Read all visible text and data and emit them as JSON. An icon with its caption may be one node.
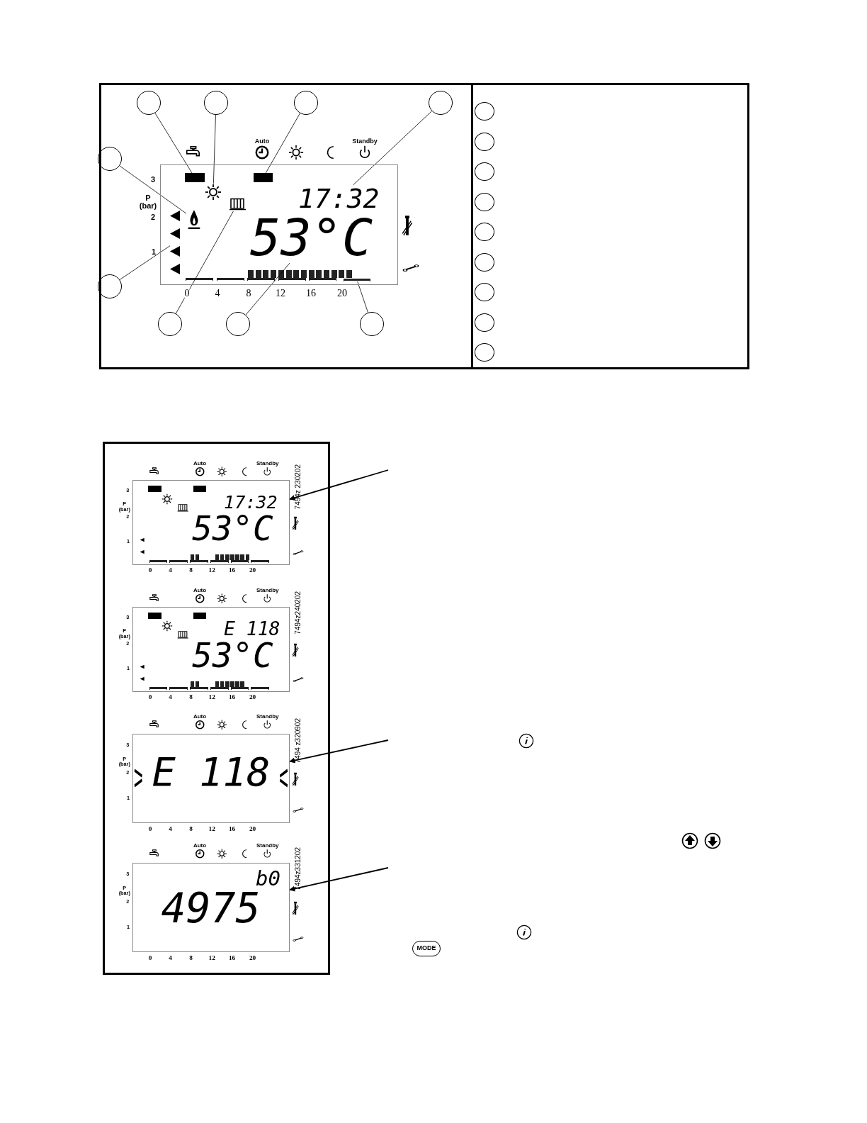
{
  "diagram": {
    "nodes": [
      {
        "text": [],
        "shape": "circle"
      },
      {
        "text": [],
        "shape": "circle"
      },
      {
        "text": [],
        "shape": "circle"
      },
      {
        "text": [],
        "shape": "circle"
      },
      {
        "text": [],
        "shape": "circle"
      },
      {
        "text": [],
        "shape": "circle"
      },
      {
        "text": [],
        "shape": "circle"
      },
      {
        "text": [],
        "shape": "circle"
      },
      {
        "text": [],
        "shape": "circle"
      },
      {
        "text": [],
        "shape": "box"
      },
      {
        "text": [],
        "shape": "bar",
        "in": 9
      },
      {
        "text": [],
        "shape": "sun",
        "in": 9
      },
      {
        "text": [],
        "shape": "bar",
        "in": 9
      },
      {
        "text": [
          "17:32"
        ],
        "in": 9
      },
      {
        "text": [],
        "shape": "flame",
        "in": 9
      },
      {
        "text": [],
        "shape": "triangle",
        "in": 9
      },
      {
        "text": [],
        "shape": "radiator",
        "in": 9
      },
      {
        "text": [
          "53°C"
        ],
        "in": 9
      },
      {
        "text": [],
        "shape": "bar",
        "in": 9
      },
      {
        "text": [],
        "shape": "circle"
      },
      {
        "text": [],
        "shape": "circle"
      },
      {
        "text": [],
        "shape": "circle"
      },
      {
        "text": [],
        "shape": "circle"
      },
      {
        "text": [],
        "shape": "circle"
      },
      {
        "text": [],
        "shape": "circle"
      },
      {
        "text": [],
        "shape": "circle"
      },
      {
        "text": [],
        "shape": "circle"
      },
      {
        "text": [],
        "shape": "circle"
      },
      {
        "text": [
          "17:32",
          "53°C"
        ],
        "beside": [
          "7494z 230202"
        ]
      },
      {
        "text": [
          "E 118",
          "53°C"
        ],
        "beside": [
          "7494z240202"
        ]
      },
      {
        "text": [
          "E 118"
        ],
        "beside": [
          "7494 z320902"
        ]
      },
      {
        "text": [
          "b0",
          "4975"
        ],
        "beside": [
          "7494z331202"
        ]
      }
    ],
    "edges": [
      {
        "from": 0,
        "to": 10,
        "arrow": "none"
      },
      {
        "from": 1,
        "to": 11,
        "arrow": "none"
      },
      {
        "from": 2,
        "to": 12,
        "arrow": "none"
      },
      {
        "from": 3,
        "to": 13,
        "arrow": "none"
      },
      {
        "from": 4,
        "to": 14,
        "arrow": "none"
      },
      {
        "from": 5,
        "to": 15,
        "arrow": "none"
      },
      {
        "from": 6,
        "to": 16,
        "arrow": "none"
      },
      {
        "from": 7,
        "to": 17,
        "arrow": "none"
      },
      {
        "from": 8,
        "to": 18,
        "arrow": "none"
      },
      {
        "from": null,
        "to": 28,
        "arrow": "to"
      },
      {
        "from": null,
        "to": 30,
        "arrow": "to"
      },
      {
        "from": null,
        "to": 31,
        "arrow": "to"
      }
    ],
    "labels": [
      "Auto",
      "Standby",
      "3",
      "P (bar)",
      "2",
      "1",
      "0",
      "4",
      "8",
      "12",
      "16",
      "20",
      "Auto",
      "Standby",
      "3",
      "P (bar)",
      "2",
      "1",
      "0",
      "4",
      "8",
      "12",
      "16",
      "20",
      "Auto",
      "Standby",
      "3",
      "P (bar)",
      "2",
      "1",
      "0",
      "4",
      "8",
      "12",
      "16",
      "20",
      "Auto",
      "Standby",
      "3",
      "P (bar)",
      "2",
      "1",
      "0",
      "4",
      "8",
      "12",
      "16",
      "20",
      "Auto",
      "Standby",
      "3",
      "P (bar)",
      "2",
      "1",
      "0",
      "4",
      "8",
      "12",
      "16",
      "20",
      "MODE"
    ]
  }
}
